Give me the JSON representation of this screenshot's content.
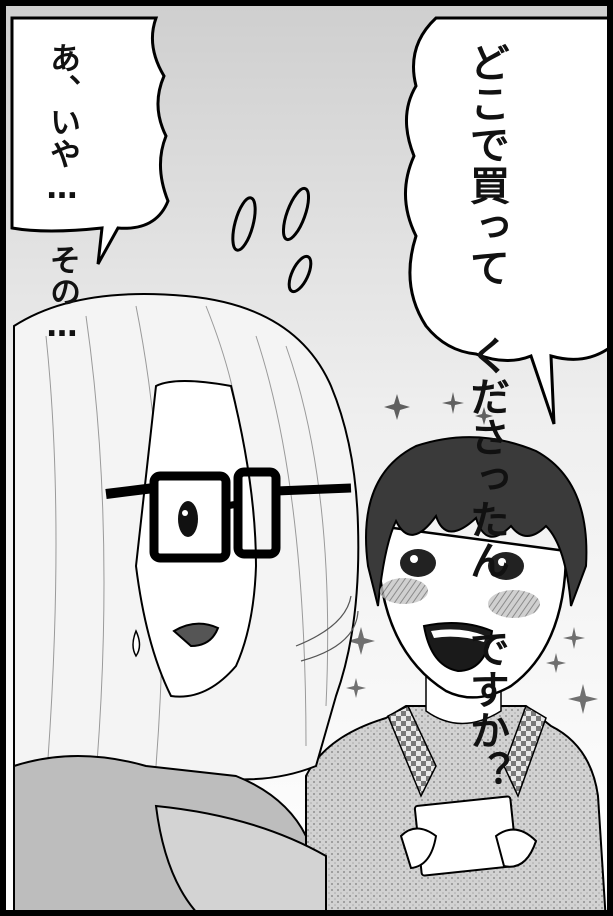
{
  "speech_right": {
    "lines": [
      "どこで買って",
      "くださったん",
      "ですか？"
    ]
  },
  "speech_left": {
    "lines": [
      "あ、いや…",
      "その…"
    ]
  },
  "colors": {
    "ink": "#000000",
    "paper": "#ffffff",
    "bg_gray": "#d5d5d5",
    "blush": "#9a9a9a",
    "sweater": "#bdbdbd"
  }
}
